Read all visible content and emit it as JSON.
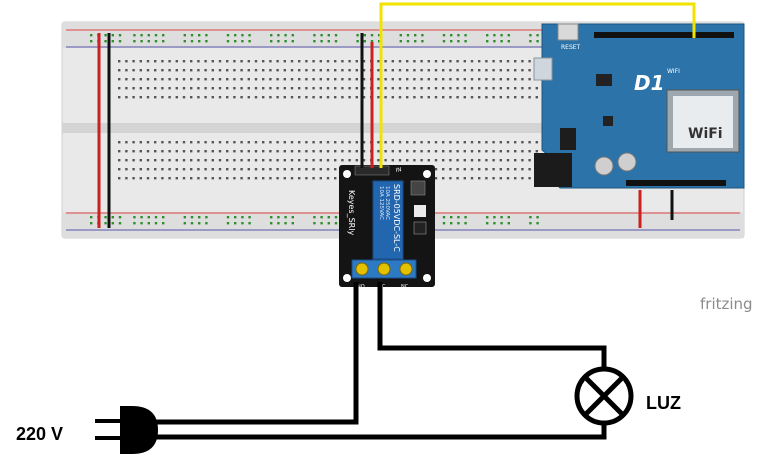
{
  "labels": {
    "voltage": "220 V",
    "lamp": "LUZ",
    "watermark": "fritzing"
  },
  "relay": {
    "brand_text": "Keyes_SRly",
    "model_text": "SRD-05VDC-SL-C",
    "rating_lines": [
      "10A 250VAC",
      "10A 125VAC",
      "10A 30VDC",
      "10A 28VDC"
    ],
    "pin_in": "IN",
    "terminals": [
      "NO",
      "C",
      "NC"
    ]
  },
  "board": {
    "logo": "D1",
    "wifi_label": "WIFI",
    "module_label": "WiFi",
    "reset_label": "RESET"
  },
  "colors": {
    "breadboard": "#e8e8e8",
    "board_blue": "#2b73a8",
    "relay_blue": "#2266b0",
    "wire_yellow": "#f2e200",
    "wire_red": "#cc1f1f",
    "wire_black": "#111111"
  }
}
